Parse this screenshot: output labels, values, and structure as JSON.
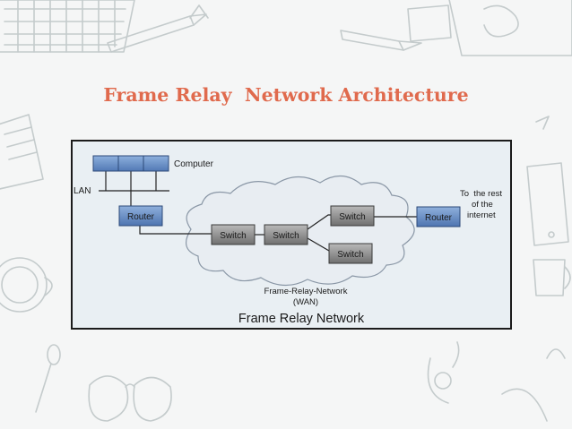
{
  "slide": {
    "title": "Frame Relay  Network Architecture"
  },
  "diagram": {
    "lan_label": "LAN",
    "computer_label": "Computer",
    "left_router_label": "Router",
    "right_router_label": "Router",
    "switches": [
      "Switch",
      "Switch",
      "Switch",
      "Switch"
    ],
    "destination_label": [
      "To  the rest",
      "of the",
      "internet"
    ],
    "cloud_label": [
      "Frame-Relay-Network",
      "(WAN)"
    ],
    "caption": "Frame Relay Network"
  },
  "colors": {
    "title": "#e06a4d",
    "router_fill": "#5f86c1",
    "switch_fill": "#8a8a8a",
    "cloud_fill": "#e8edf2",
    "computer_fill": "#6b93c9",
    "doodle_stroke": "#c4cbcc"
  }
}
